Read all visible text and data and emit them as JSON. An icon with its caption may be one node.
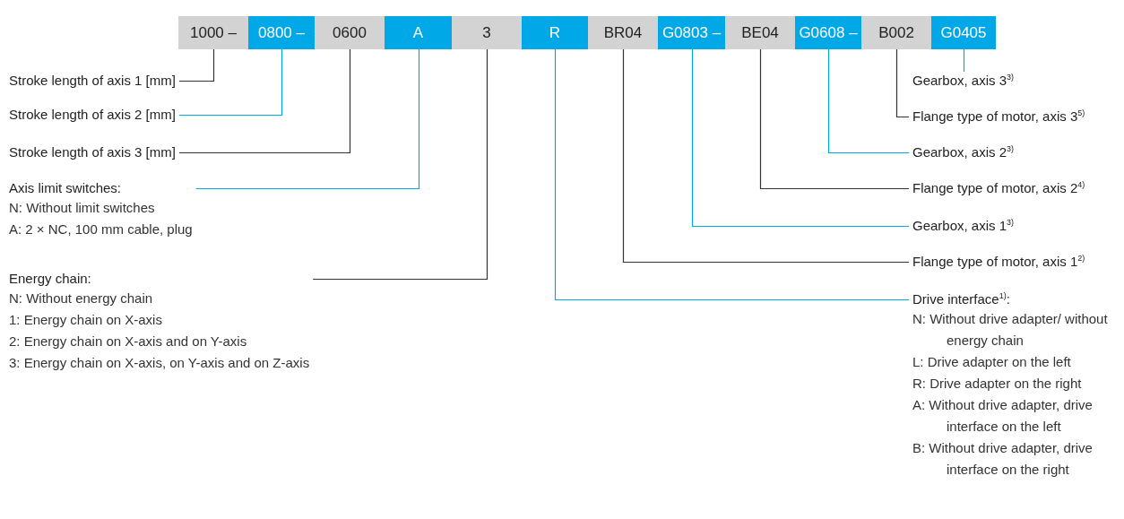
{
  "diagram": {
    "nodes": [
      {
        "text": [
          "1000 –"
        ]
      },
      {
        "text": [
          "0800 –"
        ]
      },
      {
        "text": [
          "0600"
        ]
      },
      {
        "text": [
          "A"
        ]
      },
      {
        "text": [
          "3"
        ]
      },
      {
        "text": [
          "R"
        ]
      },
      {
        "text": [
          "BR04"
        ]
      },
      {
        "text": [
          "G0803 –"
        ]
      },
      {
        "text": [
          "BE04"
        ]
      },
      {
        "text": [
          "G0608 –"
        ]
      },
      {
        "text": [
          "B002"
        ]
      },
      {
        "text": [
          "G0405"
        ]
      },
      {
        "text": [
          "Stroke length of axis 1 [mm]"
        ]
      },
      {
        "text": [
          "Stroke length of axis 2 [mm]"
        ]
      },
      {
        "text": [
          "Stroke length of axis 3 [mm]"
        ]
      },
      {
        "text": [
          "Axis limit switches:",
          "N: Without limit switches",
          "A: 2 × NC, 100 mm cable, plug"
        ]
      },
      {
        "text": [
          "Energy chain:",
          "N: Without energy chain",
          "1: Energy chain on X-axis",
          "2: Energy chain on X-axis and on Y-axis",
          "3: Energy chain on X-axis, on Y-axis and on Z-axis"
        ]
      },
      {
        "text": [
          "Gearbox, axis 3$^{3)}$"
        ]
      },
      {
        "text": [
          "Flange type of motor, axis 3$^{5)}$"
        ]
      },
      {
        "text": [
          "Gearbox, axis 2$^{3)}$"
        ]
      },
      {
        "text": [
          "Flange type of motor, axis 2$^{4)}$"
        ]
      },
      {
        "text": [
          "Gearbox, axis 1$^{3)}$"
        ]
      },
      {
        "text": [
          "Flange type of motor, axis 1$^{2)}$"
        ]
      },
      {
        "text": [
          "Drive interface$^{1)}$:",
          "N: Without drive adapter/ without energy chain",
          "L: Drive adapter on the left",
          "R: Drive adapter on the right",
          "A: Without drive adapter, drive interface on the left",
          "B: Without drive adapter, drive interface on the right"
        ]
      }
    ],
    "edges": [
      {
        "from": 12,
        "to": 0,
        "arrow": "none"
      },
      {
        "from": 13,
        "to": 1,
        "arrow": "none",
        "color": "#00a8e8"
      },
      {
        "from": 14,
        "to": 2,
        "arrow": "none"
      },
      {
        "from": 15,
        "to": 3,
        "arrow": "none",
        "color": "#00a8e8"
      },
      {
        "from": 16,
        "to": 4,
        "arrow": "none"
      },
      {
        "from": 17,
        "to": 11,
        "arrow": "none",
        "color": "#00a8e8"
      },
      {
        "from": 18,
        "to": 10,
        "arrow": "none"
      },
      {
        "from": 19,
        "to": 9,
        "arrow": "none",
        "color": "#00a8e8"
      },
      {
        "from": 20,
        "to": 8,
        "arrow": "none"
      },
      {
        "from": 21,
        "to": 7,
        "arrow": "none",
        "color": "#00a8e8"
      },
      {
        "from": 22,
        "to": 6,
        "arrow": "none"
      },
      {
        "from": 23,
        "to": 5,
        "arrow": "none",
        "color": "#00a8e8"
      }
    ]
  }
}
